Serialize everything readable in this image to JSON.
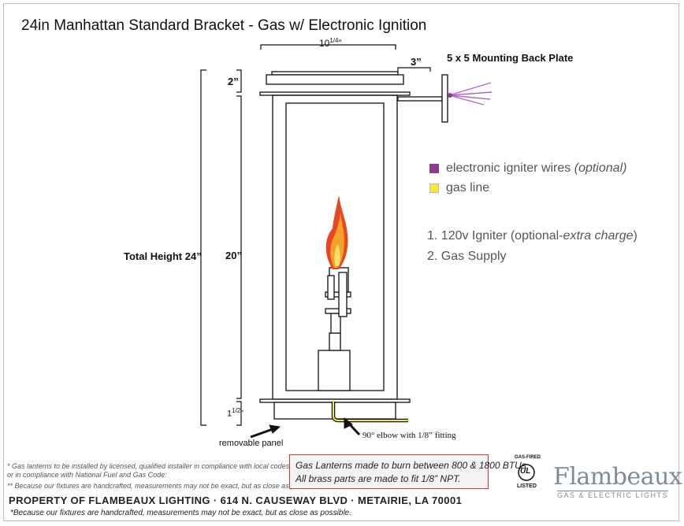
{
  "title": "24in Manhattan Standard Bracket - Gas w/ Electronic Ignition",
  "dimensions": {
    "width": "10",
    "width_frac": "1/4",
    "width_suffix": "”",
    "bracket": "3”",
    "mounting_plate": "5 x 5 Mounting Back Plate",
    "top": "2”",
    "body": "20”",
    "bottom": "1",
    "bottom_frac": "1/2",
    "bottom_suffix": "”",
    "total": "Total Height 24”"
  },
  "legend": [
    {
      "label": "electronic igniter wires ",
      "note": "(optional)",
      "color": "#8e3a8e"
    },
    {
      "label": "gas line",
      "note": "",
      "color": "#f5ea3a"
    }
  ],
  "components": [
    {
      "text": "1. 120v Igniter (optional-",
      "italic": "extra charge",
      "end": ")"
    },
    {
      "text": "2. Gas Supply",
      "italic": "",
      "end": ""
    }
  ],
  "callouts": {
    "panel": "removable panel",
    "elbow": "90° elbow with 1/8” fitting"
  },
  "notes": [
    "* Gas lanterns to be installed by licensed, qualified installer in compliance with local codes,",
    "  or in compliance with National Fuel and Gas Code:",
    "** Because our fixtures are handcrafted, measurements may not be exact, but as close as possible."
  ],
  "info_box": [
    "Gas Lanterns made to burn between 800 & 1800 BTUs.",
    "All brass parts are made to fit 1/8” NPT."
  ],
  "cert": {
    "top": "GAS-FIRED",
    "mark": "UL",
    "bottom": "LISTED"
  },
  "brand": {
    "name": "Flambeaux",
    "tagline": "GAS & ELECTRIC LIGHTS"
  },
  "footer": {
    "address": "PROPERTY OF FLAMBEAUX LIGHTING · 614 N. CAUSEWAY BLVD · METAIRIE, LA 70001",
    "disclaimer": "*Because our fixtures are handcrafted, measurements may not be exact, but as close as possible."
  },
  "colors": {
    "igniter": "#8e3a8e",
    "gas": "#f5ea3a",
    "box_border": "#c23a3a",
    "logo": "#7d8c98"
  }
}
